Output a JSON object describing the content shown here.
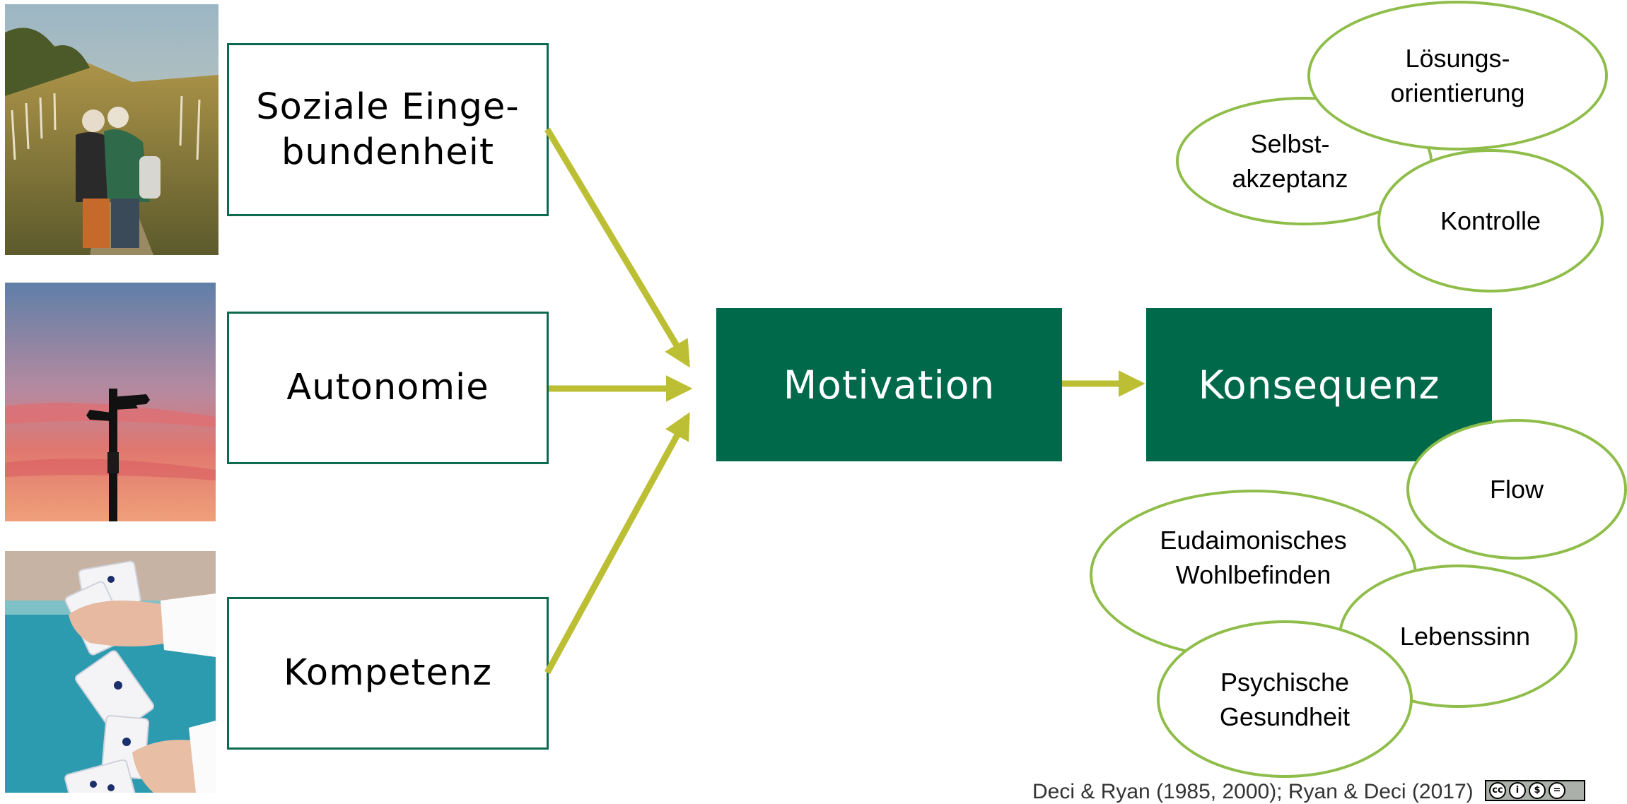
{
  "needs": [
    {
      "line1": "Soziale Einge-",
      "line2": "bundenheit"
    },
    {
      "line1": "Autonomie"
    },
    {
      "line1": "Kompetenz"
    }
  ],
  "motivation": "Motivation",
  "konsequenz": "Konsequenz",
  "ellipses": {
    "loesungsorientierung": {
      "line1": "Lösungs-",
      "line2": "orientierung"
    },
    "selbstakzeptanz": {
      "line1": "Selbst-",
      "line2": "akzeptanz"
    },
    "kontrolle": {
      "line1": "Kontrolle"
    },
    "flow": {
      "line1": "Flow"
    },
    "eudaimonisch": {
      "line1": "Eudaimonisches",
      "line2": "Wohlbefinden"
    },
    "lebenssinn": {
      "line1": "Lebenssinn"
    },
    "psychische": {
      "line1": "Psychische",
      "line2": "Gesundheit"
    }
  },
  "citation": "Deci & Ryan (1985, 2000); Ryan & Deci (2017)",
  "cc_badge_glyphs": [
    "cc",
    "i",
    "$",
    "="
  ],
  "colors": {
    "box_border": "#0e6a4f",
    "box_fill": "#00694a",
    "arrow": "#bcbf34",
    "ellipse_border": "#8fbd4a"
  },
  "icons": [
    "photo-friends-walking",
    "photo-signpost-sunset",
    "photo-cards-hand",
    "arrow-icon",
    "creative-commons-icon"
  ]
}
